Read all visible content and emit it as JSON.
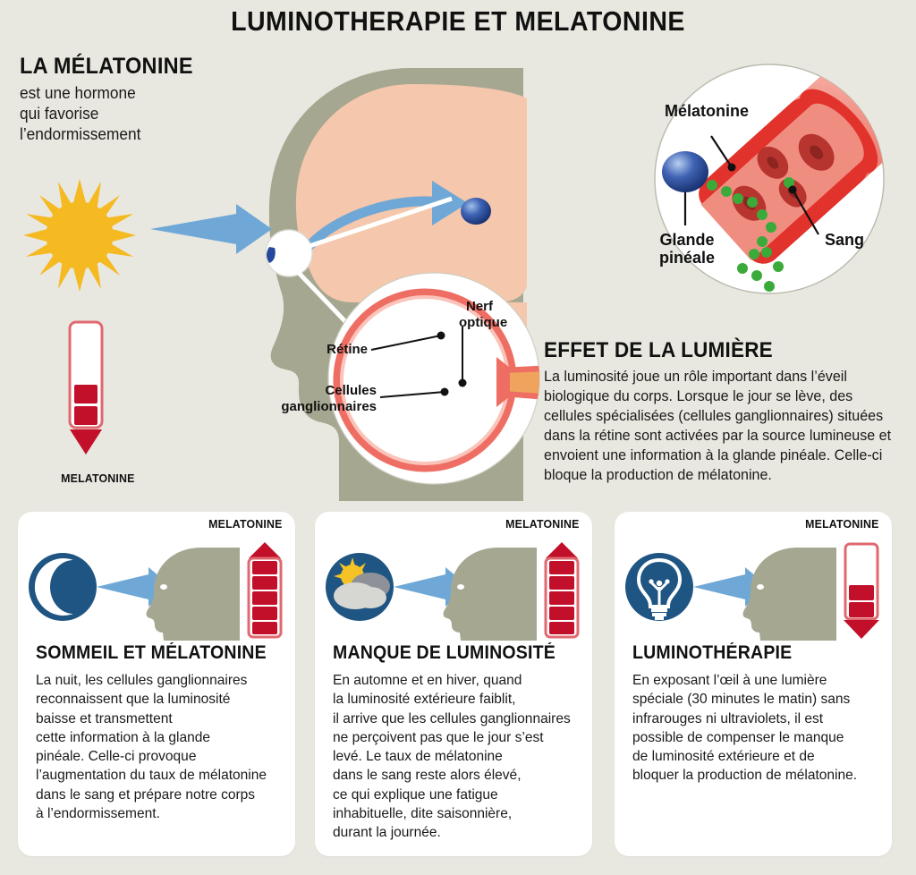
{
  "title": "LUMINOTHERAPIE ET MELATONINE",
  "intro": {
    "heading": "LA MÉLATONINE",
    "line1": "est une hormone",
    "line2": "qui favorise",
    "line3": "l’endormissement"
  },
  "left_gauge": {
    "label": "MELATONINE",
    "filled_bars": 2,
    "total_bars": 5,
    "direction": "down"
  },
  "blood_callout": {
    "label_melatonin": "Mélatonine",
    "label_gland_line1": "Glande",
    "label_gland_line2": "pinéale",
    "label_blood": "Sang"
  },
  "eye_callout": {
    "label_retina": "Rétine",
    "label_nerve_line1": "Nerf",
    "label_nerve_line2": "optique",
    "label_cells_line1": "Cellules",
    "label_cells_line2": "ganglionnaires"
  },
  "light_effect": {
    "heading": "EFFET DE LA LUMIÈRE",
    "body": "La luminosité joue un rôle important dans l’éveil biologique du corps. Lorsque le jour se lève, des cellules spécialisées (cellules ganglionnaires) situées dans la rétine sont activées par la source lumineuse et envoient une information à la glande pinéale. Celle-ci bloque la production de mélatonine."
  },
  "cards": [
    {
      "icon": "moon-icon",
      "gauge_label": "MELATONINE",
      "filled_bars": 5,
      "total_bars": 5,
      "direction": "up",
      "title": "SOMMEIL ET MÉLATONINE",
      "body": "La nuit, les cellules ganglionnaires\nreconnaissent que la luminosité\nbaisse et transmettent\ncette information à la glande\npinéale. Celle-ci provoque\nl’augmentation du taux de mélatonine\ndans le sang et prépare notre corps\nà l’endormissement."
    },
    {
      "icon": "sun-behind-cloud-icon",
      "gauge_label": "MELATONINE",
      "filled_bars": 5,
      "total_bars": 5,
      "direction": "up",
      "title": "MANQUE DE LUMINOSITÉ",
      "body": "En automne et en hiver, quand\nla luminosité extérieure faiblit,\nil arrive que les cellules ganglionnaires\nne perçoivent pas que le jour s’est\nlevé. Le taux de mélatonine\ndans le sang reste alors élevé,\nce qui explique une fatigue\ninhabituelle, dite saisonnière,\ndurant la journée."
    },
    {
      "icon": "lightbulb-icon",
      "gauge_label": "MELATONINE",
      "filled_bars": 2,
      "total_bars": 5,
      "direction": "down",
      "title": "LUMINOTHÉRAPIE",
      "body": "En exposant l’œil à une lumière\nspéciale (30 minutes le matin) sans\ninfrarouges ni ultraviolets, il est\npossible de compenser le manque\nde luminosité extérieure et de\nbloquer la production de mélatonine."
    }
  ],
  "colors": {
    "background": "#e9e8e0",
    "red": "#c2102a",
    "red_outline": "#e0686f",
    "blue_arrow": "#6fa8d6",
    "navy": "#1f5582",
    "sun_yellow": "#f5b921",
    "head_olive": "#a6a791",
    "brain_peach": "#f5c7ac",
    "vessel_red": "#e2322c",
    "vessel_pink": "#f08d81",
    "melatonin_green": "#3aab3a",
    "gland_blue": "#24489b"
  }
}
